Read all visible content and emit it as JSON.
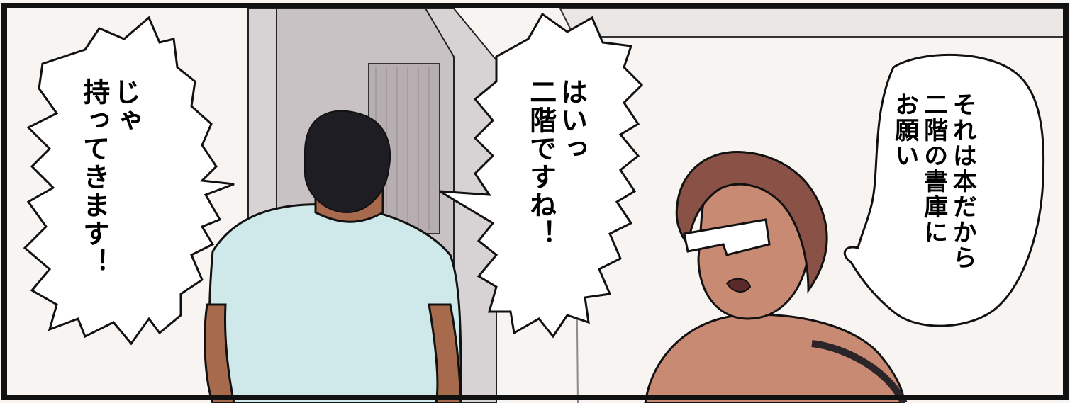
{
  "panel": {
    "speech_bubbles": [
      {
        "id": "left",
        "text": "じゃ\n持ってきます！"
      },
      {
        "id": "center",
        "text": "はいっ\n二階ですね！"
      },
      {
        "id": "right",
        "text": "それは本だから\n二階の書庫に\nお願い"
      }
    ]
  },
  "colors": {
    "border": "#111111",
    "wall": "#f7f4f1",
    "door": "#c9c2c4",
    "shirt": "#cfe9ea",
    "hair_man": "#1f1d24",
    "hair_woman": "#8a5246",
    "skin": "#c98a73"
  }
}
